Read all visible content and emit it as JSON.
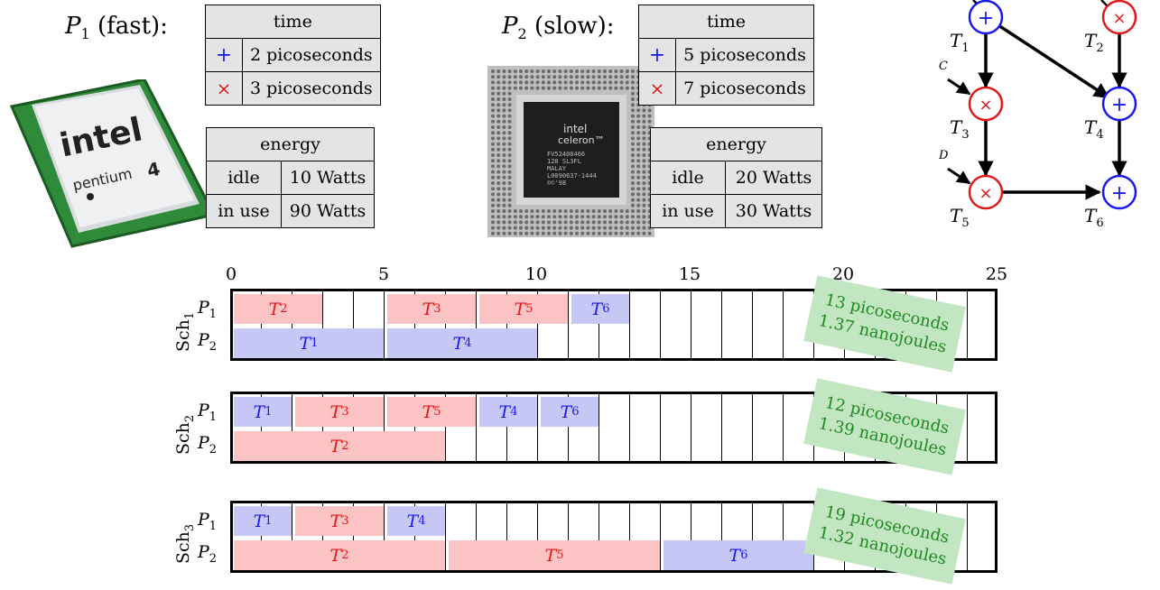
{
  "p1": {
    "title_sym": "P",
    "title_sub": "1",
    "title_rest": " (fast):",
    "time_header": "time",
    "plus_time": "2 picoseconds",
    "times_time": "3 picoseconds",
    "energy_header": "energy",
    "idle_label": "idle",
    "idle_value": "10 Watts",
    "inuse_label": "in use",
    "inuse_value": "90 Watts",
    "chip_text": [
      "intel",
      "pentium",
      "4"
    ]
  },
  "p2": {
    "title_sym": "P",
    "title_sub": "2",
    "title_rest": " (slow):",
    "time_header": "time",
    "plus_time": "5 picoseconds",
    "times_time": "7 picoseconds",
    "energy_header": "energy",
    "idle_label": "idle",
    "idle_value": "20 Watts",
    "inuse_label": "in use",
    "inuse_value": "30 Watts",
    "chip_text": [
      "intel",
      "celeron™",
      "FV52408466",
      "128 SL3FL",
      "MALAY",
      "L0090637-1444",
      "©©'98"
    ]
  },
  "symbols": {
    "plus": "+",
    "times": "×"
  },
  "colors": {
    "red": "#e01a1a",
    "blue": "#1a1aee",
    "green": "#1f8a1f"
  },
  "task_graph": {
    "nodes": [
      {
        "id": "T1",
        "sym": "T",
        "sub": "1",
        "op": "+"
      },
      {
        "id": "T2",
        "sym": "T",
        "sub": "2",
        "op": "×"
      },
      {
        "id": "T3",
        "sym": "T",
        "sub": "3",
        "op": "×"
      },
      {
        "id": "T4",
        "sym": "T",
        "sub": "4",
        "op": "+"
      },
      {
        "id": "T5",
        "sym": "T",
        "sub": "5",
        "op": "×"
      },
      {
        "id": "T6",
        "sym": "T",
        "sub": "6",
        "op": "+"
      }
    ],
    "edges": [
      [
        "T1",
        "T3"
      ],
      [
        "T1",
        "T4"
      ],
      [
        "T2",
        "T4"
      ],
      [
        "T3",
        "T5"
      ],
      [
        "T4",
        "T6"
      ],
      [
        "T5",
        "T6"
      ]
    ],
    "inputs": [
      "C",
      "D"
    ]
  },
  "axis": {
    "ticks": [
      "0",
      "5",
      "10",
      "15",
      "20",
      "25"
    ]
  },
  "schedules": [
    {
      "name": "Sch",
      "sub": "1",
      "p1_sym": "P",
      "p1_sub": "1",
      "p2_sym": "P",
      "p2_sub": "2",
      "rows": [
        [
          {
            "t": "2",
            "start": 0,
            "end": 3,
            "c": "red"
          },
          {
            "t": "3",
            "start": 5,
            "end": 8,
            "c": "red"
          },
          {
            "t": "5",
            "start": 8,
            "end": 11,
            "c": "red"
          },
          {
            "t": "6",
            "start": 11,
            "end": 13,
            "c": "blue"
          }
        ],
        [
          {
            "t": "1",
            "start": 0,
            "end": 5,
            "c": "blue"
          },
          {
            "t": "4",
            "start": 5,
            "end": 10,
            "c": "blue"
          }
        ]
      ],
      "time": "13 picoseconds",
      "energy": "1.37 nanojoules"
    },
    {
      "name": "Sch",
      "sub": "2",
      "p1_sym": "P",
      "p1_sub": "1",
      "p2_sym": "P",
      "p2_sub": "2",
      "rows": [
        [
          {
            "t": "1",
            "start": 0,
            "end": 2,
            "c": "blue"
          },
          {
            "t": "3",
            "start": 2,
            "end": 5,
            "c": "red"
          },
          {
            "t": "5",
            "start": 5,
            "end": 8,
            "c": "red"
          },
          {
            "t": "4",
            "start": 8,
            "end": 10,
            "c": "blue"
          },
          {
            "t": "6",
            "start": 10,
            "end": 12,
            "c": "blue"
          }
        ],
        [
          {
            "t": "2",
            "start": 0,
            "end": 7,
            "c": "red"
          }
        ]
      ],
      "time": "12 picoseconds",
      "energy": "1.39 nanojoules"
    },
    {
      "name": "Sch",
      "sub": "3",
      "p1_sym": "P",
      "p1_sub": "1",
      "p2_sym": "P",
      "p2_sub": "2",
      "rows": [
        [
          {
            "t": "1",
            "start": 0,
            "end": 2,
            "c": "blue"
          },
          {
            "t": "3",
            "start": 2,
            "end": 5,
            "c": "red"
          },
          {
            "t": "4",
            "start": 5,
            "end": 7,
            "c": "blue"
          }
        ],
        [
          {
            "t": "2",
            "start": 0,
            "end": 7,
            "c": "red"
          },
          {
            "t": "5",
            "start": 7,
            "end": 14,
            "c": "red"
          },
          {
            "t": "6",
            "start": 14,
            "end": 19,
            "c": "blue"
          }
        ]
      ],
      "time": "19 picoseconds",
      "energy": "1.32 nanojoules"
    }
  ]
}
